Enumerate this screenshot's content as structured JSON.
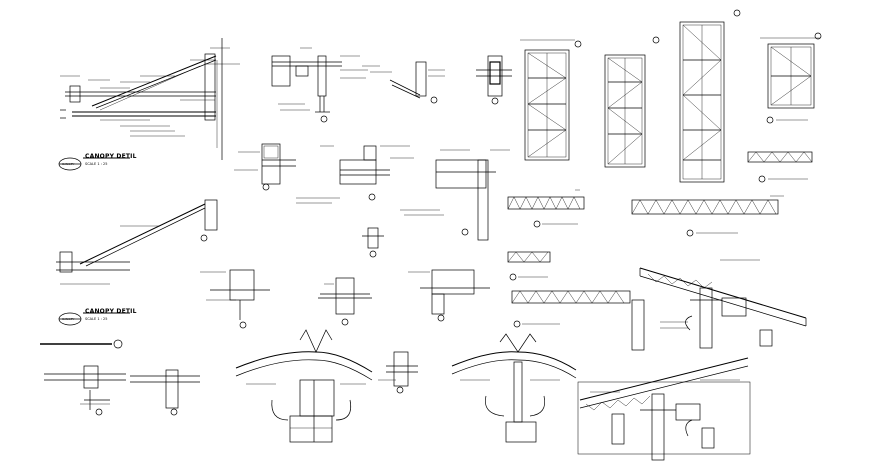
{
  "drawing": {
    "type": "structural steel canopy details",
    "details": [
      {
        "id": "canopy-detail-1",
        "tag": "CANOPY",
        "title": "CANOPY DETIL",
        "scale": "SCALE  1 : 25"
      },
      {
        "id": "canopy-detail-2",
        "tag": "CANOPY",
        "title": "CANOPY DETIL",
        "scale": "SCALE  1 : 25"
      }
    ]
  },
  "colors": {
    "line": "#000000",
    "background": "#ffffff"
  }
}
